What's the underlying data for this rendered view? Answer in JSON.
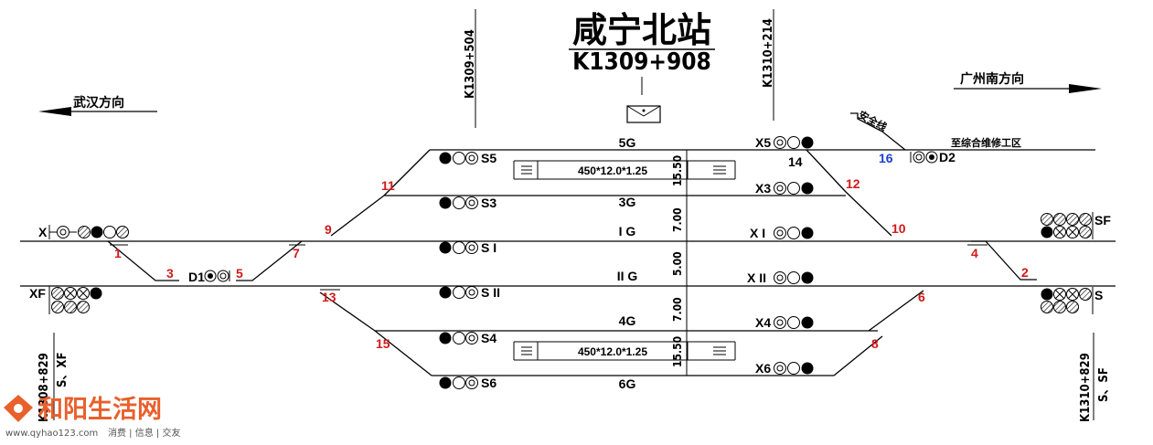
{
  "station": {
    "name": "咸宁北站",
    "mileage": "K1309+908"
  },
  "directions": {
    "left": "武汉方向",
    "right": "广州南方向"
  },
  "mileage_markers": {
    "top_left": "K1309+504",
    "top_right": "K1310+214",
    "bottom_left_km": "K1308+829",
    "bottom_left_label": "S、XF",
    "bottom_right_km": "K1310+829",
    "bottom_right_label": "S、SF"
  },
  "tracks": {
    "t5g": "5G",
    "t3g": "3G",
    "t1g": "I G",
    "t2g": "II G",
    "t4g": "4G",
    "t6g": "6G"
  },
  "platforms": {
    "upper": "450*12.0*1.25",
    "lower": "450*12.0*1.25"
  },
  "spacings": {
    "s1": "15.50",
    "s2": "7.00",
    "s3": "5.00",
    "s4": "7.00",
    "s5": "15.50"
  },
  "signals": {
    "X": "X",
    "XF": "XF",
    "D1": "D1",
    "D2": "D2",
    "SF": "SF",
    "S": "S",
    "S5": "S5",
    "S3": "S3",
    "SI": "S I",
    "SII": "S II",
    "S4": "S4",
    "S6": "S6",
    "X5": "X5",
    "X3": "X3",
    "XI": "X I",
    "XII": "X II",
    "X4": "X4",
    "X6": "X6"
  },
  "switches": {
    "sw1": "1",
    "sw2": "2",
    "sw3": "3",
    "sw4": "4",
    "sw5": "5",
    "sw6": "6",
    "sw7": "7",
    "sw8": "8",
    "sw9": "9",
    "sw10": "10",
    "sw11": "11",
    "sw12": "12",
    "sw13": "13",
    "sw14": "14",
    "sw15": "15",
    "sw16": "16"
  },
  "safety_line": "安全线",
  "maintenance": "至综合维修工区",
  "watermark": {
    "brand": "和阳生活网",
    "url": "www.qyhao123.com",
    "tags": "消费 | 信息 | 交友"
  },
  "colors": {
    "switch_number": "#d11a1a",
    "special_switch": "#1a3fd1",
    "watermark": "#e8602c"
  }
}
